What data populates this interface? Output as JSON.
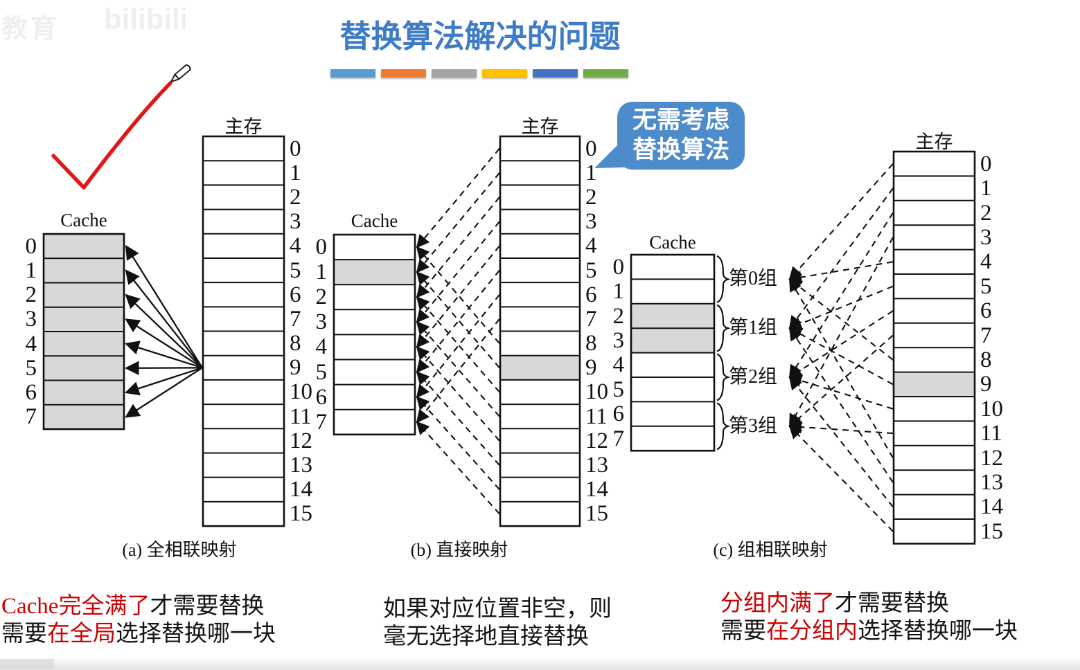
{
  "title": "替换算法解决的问题",
  "divider_colors": [
    "#5B9BD5",
    "#ED7D31",
    "#A5A5A5",
    "#FFC000",
    "#4472C4",
    "#70AD47"
  ],
  "watermark": {
    "prefix_text": "教育",
    "logo_text": "bilibili"
  },
  "annotation": {
    "type": "red-checkmark-with-pencil",
    "color": "#E01717"
  },
  "bubble": {
    "lines": [
      "无需考虑",
      "替换算法"
    ],
    "bg_color": "#4E8BCB",
    "text_color": "#FFFFFF",
    "points_at": "diagram-b-memory"
  },
  "diagrams": [
    {
      "id": "a",
      "caption": "(a) 全相联映射",
      "cache": {
        "label": "Cache",
        "row_numbers": [
          "0",
          "1",
          "2",
          "3",
          "4",
          "5",
          "6",
          "7"
        ],
        "shaded_rows": [
          0,
          1,
          2,
          3,
          4,
          5,
          6,
          7
        ]
      },
      "memory": {
        "label": "主存",
        "row_numbers": [
          "0",
          "1",
          "2",
          "3",
          "4",
          "5",
          "6",
          "7",
          "8",
          "9",
          "10",
          "11",
          "12",
          "13",
          "14",
          "15"
        ],
        "shaded_rows": []
      },
      "mapping": {
        "type": "fully_associative",
        "arrow_style": "solid",
        "source_memory_row": 9
      }
    },
    {
      "id": "b",
      "caption": "(b) 直接映射",
      "cache": {
        "label": "Cache",
        "row_numbers": [
          "0",
          "1",
          "2",
          "3",
          "4",
          "5",
          "6",
          "7"
        ],
        "shaded_rows": [
          1
        ]
      },
      "memory": {
        "label": "主存",
        "row_numbers": [
          "0",
          "1",
          "2",
          "3",
          "4",
          "5",
          "6",
          "7",
          "8",
          "9",
          "10",
          "11",
          "12",
          "13",
          "14",
          "15"
        ],
        "shaded_rows": [
          9
        ]
      },
      "mapping": {
        "type": "direct",
        "arrow_style": "dashed",
        "rule": "cache_row = memory_row mod 8"
      }
    },
    {
      "id": "c",
      "caption": "(c) 组相联映射",
      "cache": {
        "label": "Cache",
        "row_numbers": [
          "0",
          "1",
          "2",
          "3",
          "4",
          "5",
          "6",
          "7"
        ],
        "shaded_rows": [
          2,
          3
        ]
      },
      "memory": {
        "label": "主存",
        "row_numbers": [
          "0",
          "1",
          "2",
          "3",
          "4",
          "5",
          "6",
          "7",
          "8",
          "9",
          "10",
          "11",
          "12",
          "13",
          "14",
          "15"
        ],
        "shaded_rows": [
          9
        ]
      },
      "groups": [
        "第0组",
        "第1组",
        "第2组",
        "第3组"
      ],
      "mapping": {
        "type": "set_associative",
        "arrow_style": "dashed",
        "rule": "group = memory_row mod 4"
      }
    }
  ],
  "notes": [
    {
      "position": "left",
      "lines": [
        [
          {
            "text": "Cache完全满了",
            "red": true
          },
          {
            "text": "才需要替换",
            "red": false
          }
        ],
        [
          {
            "text": "需要",
            "red": false
          },
          {
            "text": "在全局",
            "red": true
          },
          {
            "text": "选择替换哪一块",
            "red": false
          }
        ]
      ]
    },
    {
      "position": "middle",
      "lines": [
        [
          {
            "text": "如果对应位置非空，则",
            "red": false
          }
        ],
        [
          {
            "text": "毫无选择地直接替换",
            "red": false
          }
        ]
      ]
    },
    {
      "position": "right",
      "lines": [
        [
          {
            "text": "分组内满了",
            "red": true
          },
          {
            "text": "才需要替换",
            "red": false
          }
        ],
        [
          {
            "text": "需要",
            "red": false
          },
          {
            "text": "在分组内",
            "red": true
          },
          {
            "text": "选择替换哪一块",
            "red": false
          }
        ]
      ]
    }
  ]
}
